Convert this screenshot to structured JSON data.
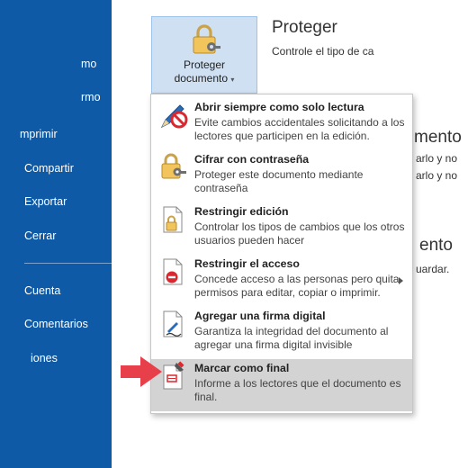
{
  "sidebar": {
    "items": [
      {
        "label": "mo"
      },
      {
        "label": "rmo"
      },
      {
        "label": "mprimir"
      },
      {
        "label": "Compartir"
      },
      {
        "label": "Exportar"
      },
      {
        "label": "Cerrar"
      },
      {
        "label": "Cuenta"
      },
      {
        "label": "Comentarios"
      },
      {
        "label": "iones"
      }
    ]
  },
  "protect_button": {
    "label_line1": "Proteger",
    "label_line2": "documento",
    "icon": "lock-key-icon"
  },
  "section": {
    "title": "Proteger",
    "desc": "Controle el tipo de ca"
  },
  "background": {
    "heading2": "mento",
    "text2a": "arlo y no",
    "text2b": "arlo y no",
    "heading3": "ento",
    "text3": "uardar."
  },
  "menu": {
    "items": [
      {
        "title": "Abrir siempre como solo lectura",
        "desc": "Evite cambios accidentales solicitando a los lectores que participen en la edición.",
        "icon": "pencil-no-icon"
      },
      {
        "title": "Cifrar con contraseña",
        "desc": "Proteger este documento mediante contraseña",
        "icon": "lock-key-icon"
      },
      {
        "title": "Restringir edición",
        "desc": "Controlar los tipos de cambios que los otros usuarios pueden hacer",
        "icon": "document-lock-icon"
      },
      {
        "title": "Restringir el acceso",
        "desc": "Concede acceso a las personas pero quita permisos para editar, copiar o imprimir.",
        "icon": "document-restricted-icon"
      },
      {
        "title": "Agregar una firma digital",
        "desc": "Garantiza la integridad del documento al agregar una firma digital invisible",
        "icon": "document-signature-icon"
      },
      {
        "title": "Marcar como final",
        "desc": "Informe a los lectores que el documento es final.",
        "icon": "document-stamp-icon"
      }
    ]
  },
  "colors": {
    "sidebar": "#0e5aa7",
    "button": "#cfe0f3",
    "highlight": "#d3d3d3",
    "arrow": "#e8404a"
  }
}
